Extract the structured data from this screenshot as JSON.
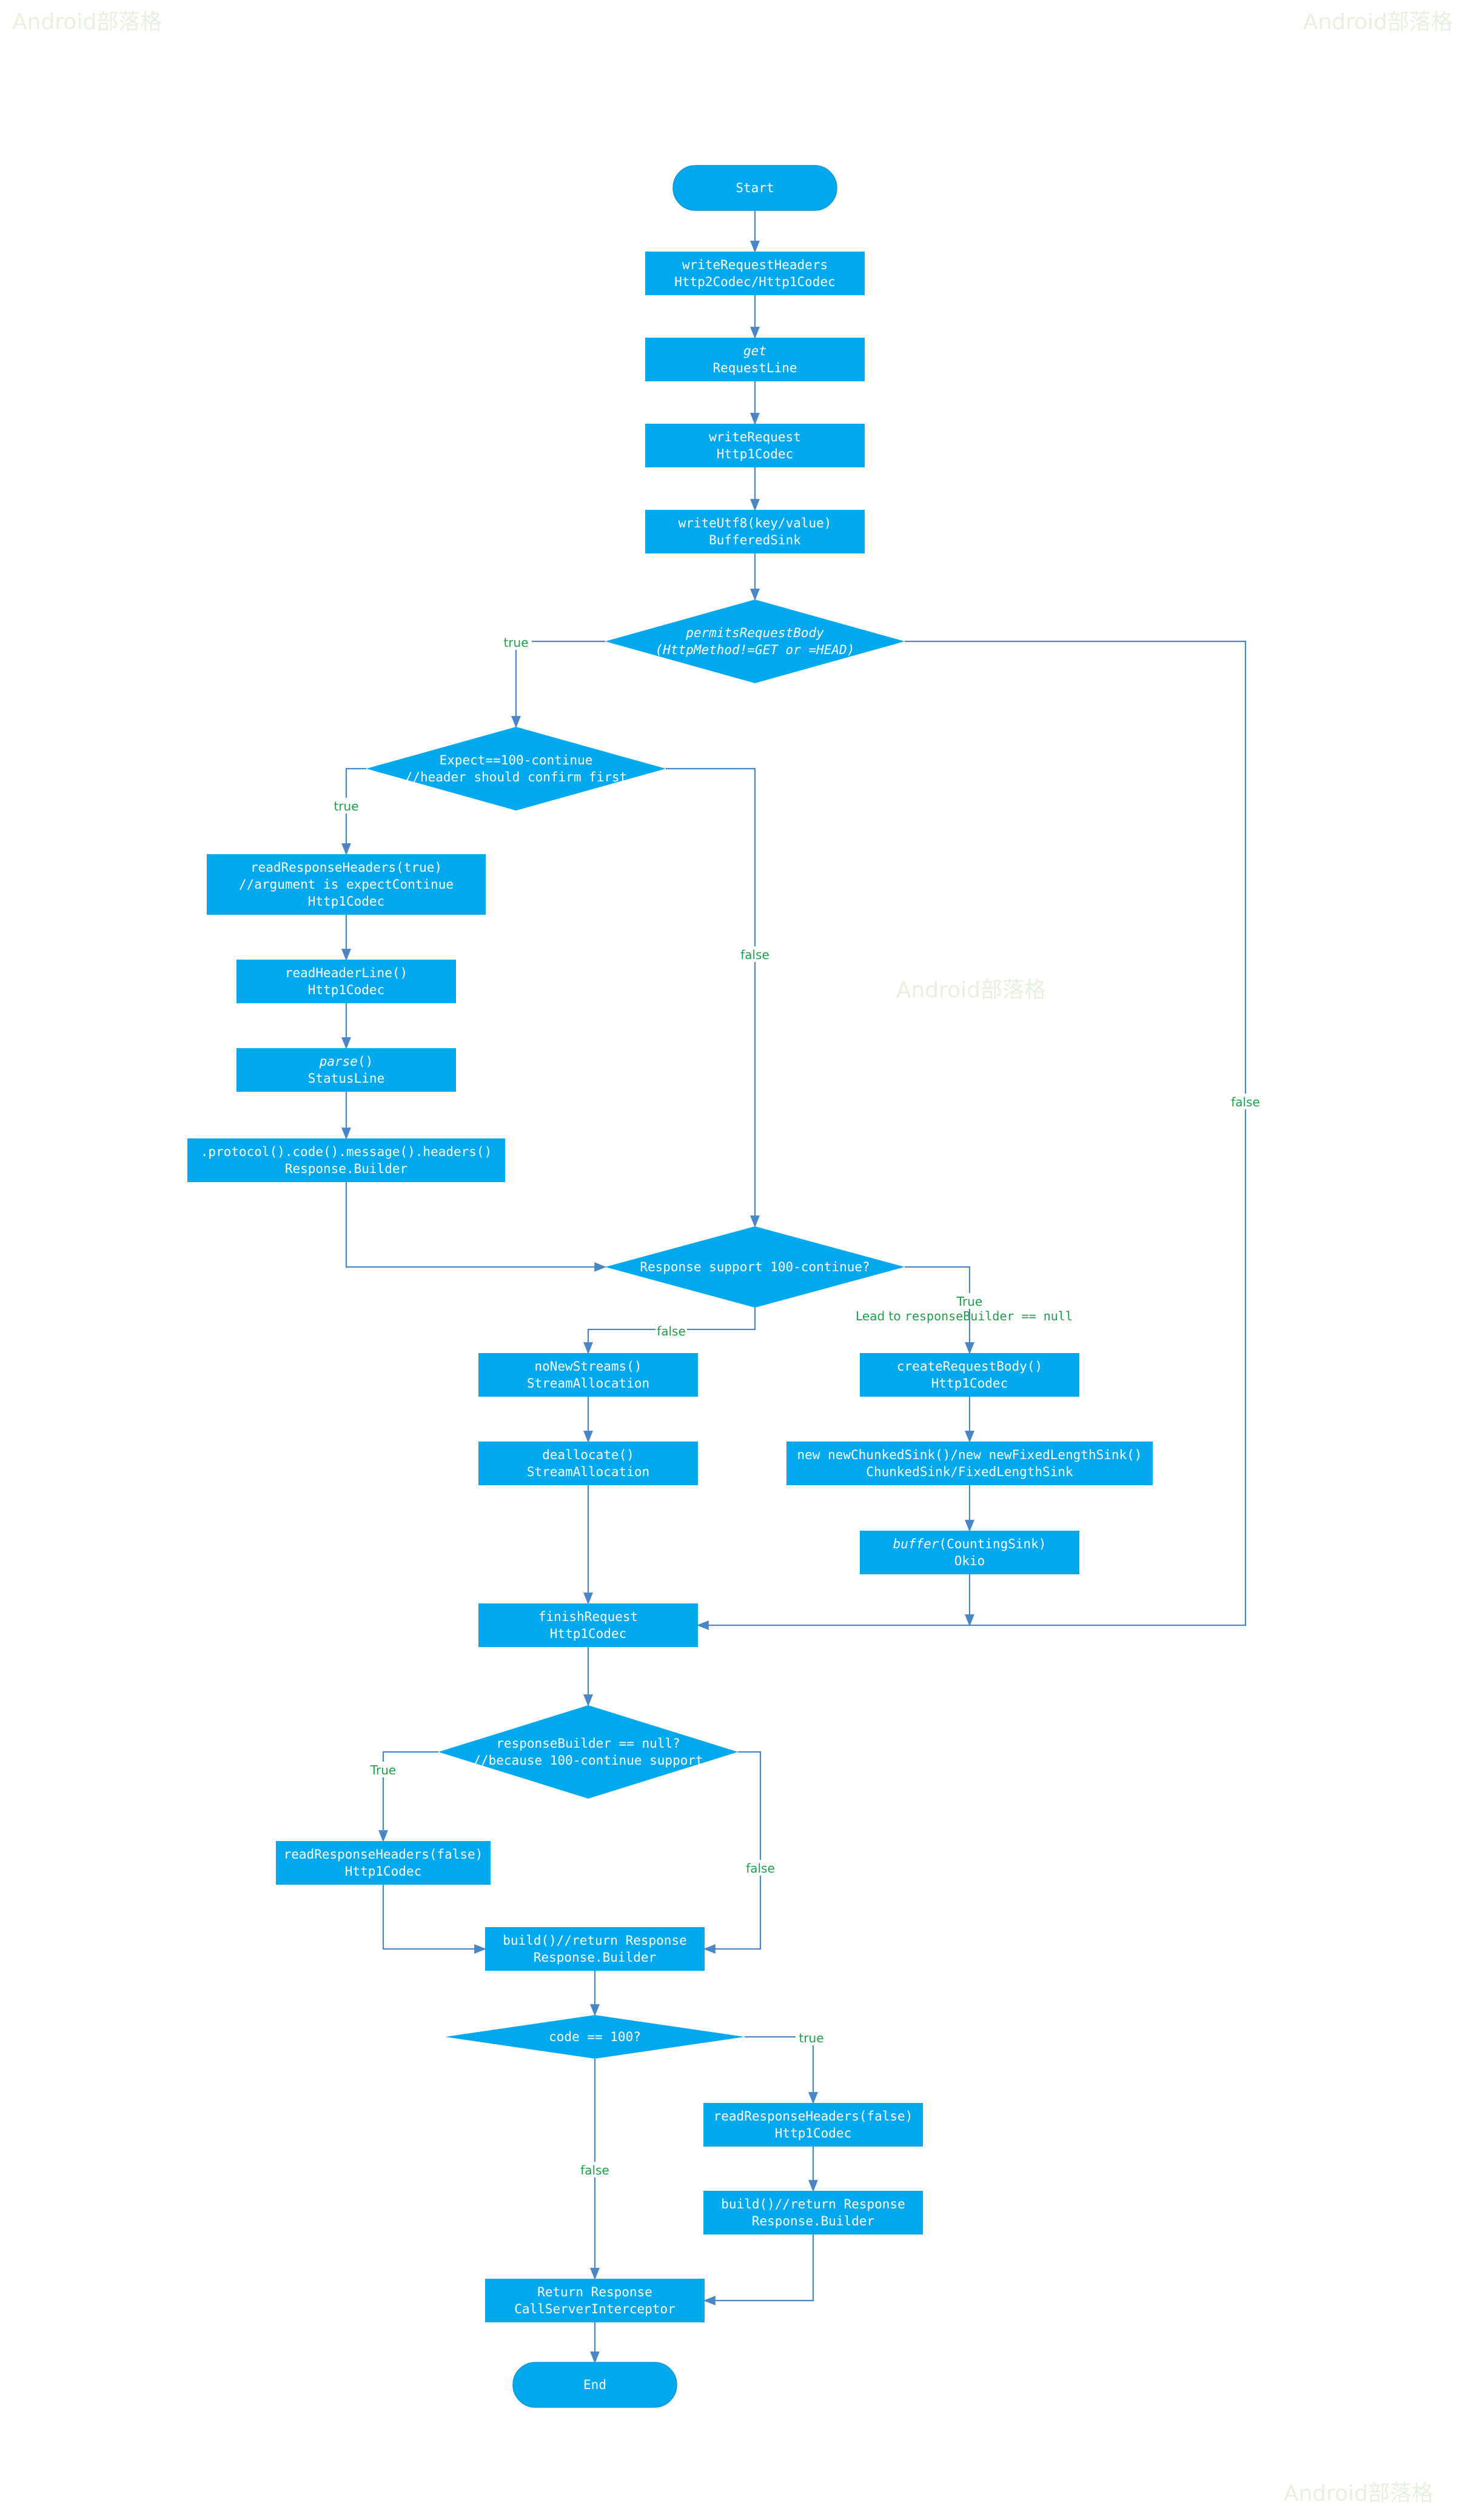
{
  "watermarks": [
    "Android部落格",
    "Android部落格",
    "Android部落格",
    "Android部落格"
  ],
  "colors": {
    "node_fill": "#00A9EE",
    "node_text": "#FFFFFF",
    "edge": "#4A86C5",
    "edge_label": "#1E9E4A",
    "watermark": "#E8F0E0"
  },
  "nodes": {
    "start": {
      "shape": "terminal",
      "lines": [
        "Start"
      ]
    },
    "write_headers": {
      "shape": "process",
      "lines": [
        "writeRequestHeaders",
        "Http2Codec/Http1Codec"
      ]
    },
    "get_line": {
      "shape": "process",
      "lines": [
        "get",
        "RequestLine"
      ],
      "italic_line": 0
    },
    "write_request": {
      "shape": "process",
      "lines": [
        "writeRequest",
        "Http1Codec"
      ]
    },
    "write_utf8": {
      "shape": "process",
      "lines": [
        "writeUtf8(key/value)",
        "BufferedSink"
      ]
    },
    "permits_body": {
      "shape": "decision",
      "lines": [
        "permitsRequestBody",
        "(HttpMethod!=GET or =HEAD)"
      ],
      "italic_all": true
    },
    "expect_continue": {
      "shape": "decision",
      "lines": [
        "Expect==100-continue",
        "//header should confirm first"
      ]
    },
    "read_resp_headers_true": {
      "shape": "process",
      "lines": [
        "readResponseHeaders(true)",
        "//argument is expectContinue",
        "Http1Codec"
      ]
    },
    "read_header_line": {
      "shape": "process",
      "lines": [
        "readHeaderLine()",
        "Http1Codec"
      ]
    },
    "parse": {
      "shape": "process",
      "lines": [
        "parse()",
        "StatusLine"
      ],
      "italic_word": "parse"
    },
    "protocol": {
      "shape": "process",
      "lines": [
        ".protocol().code().message().headers()",
        "Response.Builder"
      ]
    },
    "support_continue": {
      "shape": "decision",
      "lines": [
        "Response support 100-continue?"
      ]
    },
    "no_new_streams": {
      "shape": "process",
      "lines": [
        "noNewStreams()",
        "StreamAllocation"
      ]
    },
    "deallocate": {
      "shape": "process",
      "lines": [
        "deallocate()",
        "StreamAllocation"
      ]
    },
    "create_body": {
      "shape": "process",
      "lines": [
        "createRequestBody()",
        "Http1Codec"
      ]
    },
    "new_sink": {
      "shape": "process",
      "lines": [
        "new newChunkedSink()/new newFixedLengthSink()",
        "ChunkedSink/FixedLengthSink"
      ]
    },
    "buffer": {
      "shape": "process",
      "lines": [
        "buffer(CountingSink)",
        "Okio"
      ],
      "italic_word": "buffer"
    },
    "finish_request": {
      "shape": "process",
      "lines": [
        "finishRequest",
        "Http1Codec"
      ]
    },
    "builder_null": {
      "shape": "decision",
      "lines": [
        "responseBuilder == null?",
        "//because 100-continue support"
      ]
    },
    "read_resp_headers_false1": {
      "shape": "process",
      "lines": [
        "readResponseHeaders(false)",
        "Http1Codec"
      ]
    },
    "build1": {
      "shape": "process",
      "lines": [
        "build()//return Response",
        "Response.Builder"
      ]
    },
    "code_100": {
      "shape": "decision",
      "lines": [
        "code == 100?"
      ]
    },
    "read_resp_headers_false2": {
      "shape": "process",
      "lines": [
        "readResponseHeaders(false)",
        "Http1Codec"
      ]
    },
    "build2": {
      "shape": "process",
      "lines": [
        "build()//return Response",
        "Response.Builder"
      ]
    },
    "return_response": {
      "shape": "process",
      "lines": [
        "Return Response",
        "CallServerInterceptor"
      ]
    },
    "end": {
      "shape": "terminal",
      "lines": [
        "End"
      ]
    }
  },
  "edge_labels": {
    "permits_true": "true",
    "permits_false": "false",
    "expect_true": "true",
    "expect_false": "false",
    "support_false": "false",
    "support_true": "True",
    "support_true_note_prefix": "Lead to ",
    "support_true_note_code": "responseBuilder == null",
    "builder_true": "True",
    "builder_false": "false",
    "code_true": "true",
    "code_false": "false"
  }
}
